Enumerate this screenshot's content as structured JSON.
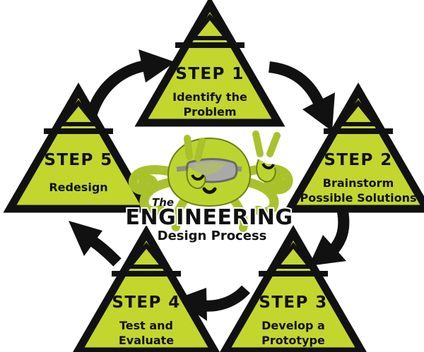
{
  "diagram": {
    "title": "The Engineering Design Process",
    "background_color": "#ffffff",
    "accent_green": "#c3d62e",
    "outline_black": "#111111",
    "goggle_gray": "#9a9a9a",
    "steps": [
      {
        "id": "step-1",
        "step_label": "STEP 1",
        "description_line1": "Identify the",
        "description_line2": "Problem",
        "position": "top-center"
      },
      {
        "id": "step-2",
        "step_label": "STEP 2",
        "description_line1": "Brainstorm",
        "description_line2": "Possible Solutions",
        "position": "right"
      },
      {
        "id": "step-3",
        "step_label": "STEP 3",
        "description_line1": "Develop a",
        "description_line2": "Prototype",
        "position": "bottom-right"
      },
      {
        "id": "step-4",
        "step_label": "STEP 4",
        "description_line1": "Test and",
        "description_line2": "Evaluate",
        "position": "bottom-left"
      },
      {
        "id": "step-5",
        "step_label": "STEP 5",
        "description_line1": "Redesign",
        "description_line2": "",
        "position": "left"
      }
    ],
    "arrows": [
      {
        "id": "arrow-5-to-1",
        "from": "step-5",
        "to": "step-1",
        "direction": "up-right"
      },
      {
        "id": "arrow-1-to-2",
        "from": "step-1",
        "to": "step-2",
        "direction": "down-right"
      },
      {
        "id": "arrow-2-to-3",
        "from": "step-2",
        "to": "step-3",
        "direction": "down-left"
      },
      {
        "id": "arrow-3-to-4",
        "from": "step-3",
        "to": "step-4",
        "direction": "left"
      },
      {
        "id": "arrow-4-to-5",
        "from": "step-4",
        "to": "step-5",
        "direction": "up-left"
      }
    ],
    "logo": {
      "word_the": "The",
      "word_main": "ENGINEERING",
      "word_sub": "Design Process",
      "mascot": "octopus-with-goggles"
    }
  }
}
